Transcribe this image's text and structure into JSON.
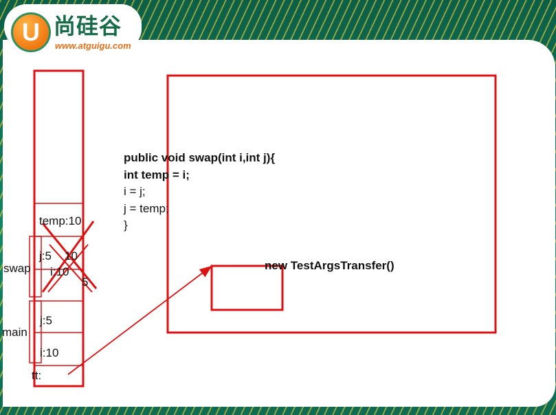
{
  "logo": {
    "badge_letter": "U",
    "name_cn": "尚硅谷",
    "url": "www.atguigu.com"
  },
  "code": {
    "lines": [
      "public void swap(int i,int j){",
      "int temp = i;",
      "i = j;",
      "j = temp;",
      "}"
    ]
  },
  "stack": {
    "cells": {
      "temp": "temp:10",
      "j_swap": "j:5",
      "j_swap_new": "10",
      "i_swap": "i:10",
      "i_swap_new": "5",
      "j_main": "j:5",
      "i_main": "i:10",
      "tt": "tt:"
    },
    "frames": {
      "swap": "swap",
      "main": "main"
    }
  },
  "heap": {
    "object_label": "new TestArgsTransfer()"
  },
  "colors": {
    "line": "#dd1111",
    "brand_green": "#176b48",
    "brand_orange": "#e0701a"
  }
}
